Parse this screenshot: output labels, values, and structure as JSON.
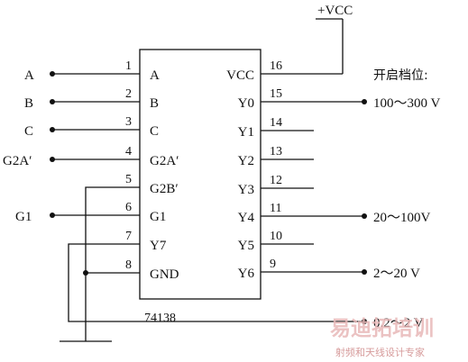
{
  "chip": {
    "name": "74138",
    "left_pins": [
      {
        "num": "1",
        "label": "A"
      },
      {
        "num": "2",
        "label": "B"
      },
      {
        "num": "3",
        "label": "C"
      },
      {
        "num": "4",
        "label": "G2A′"
      },
      {
        "num": "5",
        "label": "G2B′"
      },
      {
        "num": "6",
        "label": "G1"
      },
      {
        "num": "7",
        "label": "Y7"
      },
      {
        "num": "8",
        "label": "GND"
      }
    ],
    "right_pins": [
      {
        "num": "16",
        "label": "VCC"
      },
      {
        "num": "15",
        "label": "Y0"
      },
      {
        "num": "14",
        "label": "Y1"
      },
      {
        "num": "13",
        "label": "Y2"
      },
      {
        "num": "12",
        "label": "Y3"
      },
      {
        "num": "11",
        "label": "Y4"
      },
      {
        "num": "10",
        "label": "Y5"
      },
      {
        "num": "9",
        "label": "Y6"
      }
    ]
  },
  "inputs": [
    "A",
    "B",
    "C",
    "G2A′",
    "G1"
  ],
  "power_label": "+VCC",
  "range_title": "开启档位:",
  "ranges": [
    "100～300 V",
    "20～100V",
    "2～20 V",
    "0.2～2 V"
  ],
  "watermark": {
    "main": "易迪拓培训",
    "sub": "射频和天线设计专家"
  }
}
